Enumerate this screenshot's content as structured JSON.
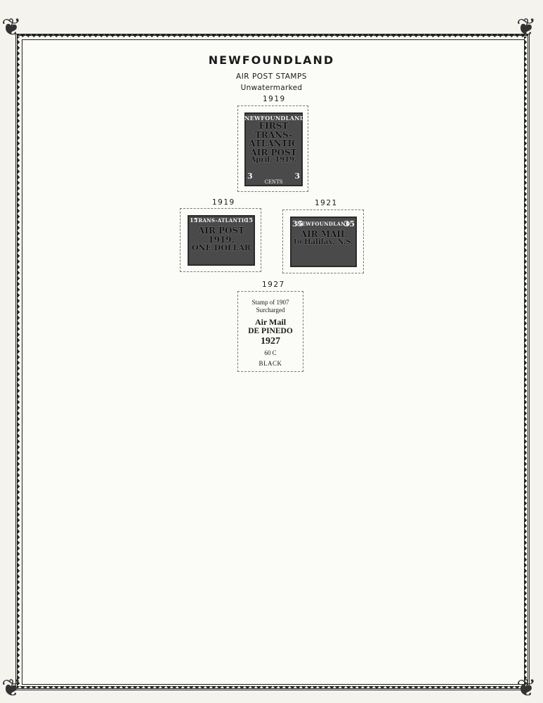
{
  "page": {
    "title": "NEWFOUNDLAND",
    "subtitle": "AIR POST STAMPS",
    "watermark_note": "Unwatermarked"
  },
  "stamps": [
    {
      "year": "1919",
      "top_text": "NEWFOUNDLAND",
      "overprint": [
        "FIRST",
        "TRANS-",
        "ATLANTIC",
        "AIR POST",
        "April, 1919."
      ],
      "value_left": "3",
      "value_right": "3",
      "bottom_text": "CENTS"
    },
    {
      "year": "1919",
      "top_text": "TRANS-ATLANTIC",
      "overprint": [
        "AIR POST",
        "1919.",
        "ONE DOLLAR"
      ],
      "value_left": "15",
      "value_right": "15"
    },
    {
      "year": "1921",
      "top_text": "NEWFOUNDLAND",
      "overprint": [
        "AIR MAIL",
        "to Halifax, N.S."
      ],
      "value_left": "35",
      "value_right": "35"
    }
  ],
  "space_1927": {
    "year": "1927",
    "line1": "Stamp of 1907",
    "line2": "Surcharged",
    "line3": "Air Mail",
    "line4": "DE PINEDO",
    "line5": "1927",
    "line6": "60 C",
    "line7": "BLACK"
  }
}
